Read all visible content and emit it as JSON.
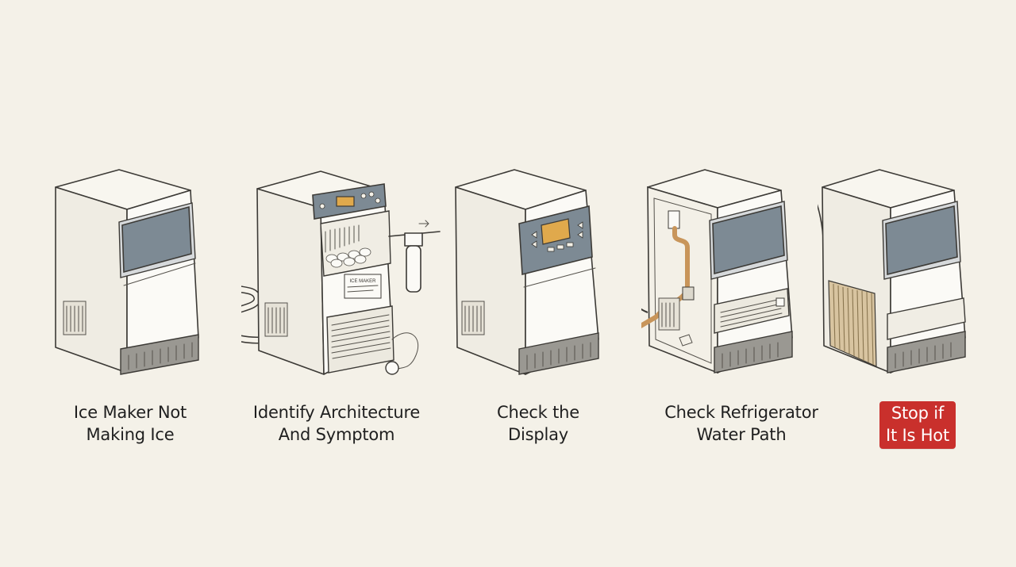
{
  "steps": [
    {
      "id": "ice-maker-not-making-ice",
      "line1": "Ice Maker Not",
      "line2": "Making Ice",
      "warning": false
    },
    {
      "id": "identify-architecture",
      "line1": "Identify Architecture",
      "line2": "And Symptom",
      "warning": false,
      "unit_sticker": "ICE MAKER"
    },
    {
      "id": "check-display",
      "line1": "Check the",
      "line2": "Display",
      "warning": false
    },
    {
      "id": "check-water-path",
      "line1": "Check Refrigerator",
      "line2": "Water Path",
      "warning": false
    },
    {
      "id": "stop-if-hot",
      "line1": "Stop if",
      "line2": "It Is Hot",
      "warning": true
    }
  ],
  "colors": {
    "background": "#f4f1e8",
    "window": "#7d8a94",
    "display_screen": "#e0a94c",
    "water_tube": "#c8955a",
    "warning": "#c9302c"
  },
  "icons": [
    "ice-maker-unit",
    "water-filter",
    "supply-hose",
    "control-display",
    "water-line",
    "condenser-coil"
  ]
}
